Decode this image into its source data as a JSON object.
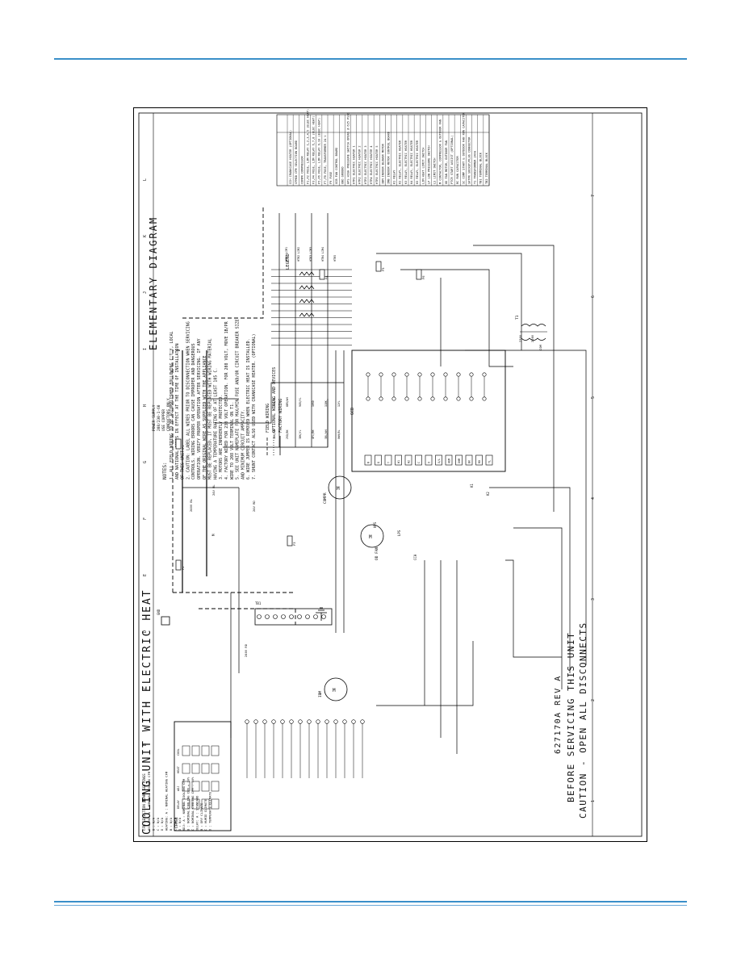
{
  "title_left": "COOLING UNIT WITH ELECTRIC HEAT",
  "title_right": "ELEMENTARY DIAGRAM",
  "caution": {
    "line1": "CAUTION - OPEN ALL DISCONNECTS",
    "line2": "BEFORE SERVICING THIS UNIT",
    "line3": "627170A  REV A"
  },
  "notes_header": "NOTES:",
  "notes": [
    "1. ALL FIELD WIRING TO BE ACCOMPLISHED FOLLOWING C'T'Y, LOCAL",
    "   AND NATIONAL CODES IN EFFECT AT THE TIME OF INSTALLATION",
    "   OF THIS UNIT.",
    "2. CAUTION: LABEL ALL WIRES PRIOR TO DISCONNECTION WHEN SERVICING",
    "   CONTROLS. WIRING ERRORS CAN CAUSE IMPROPER AND DANGEROUS",
    "   OPERATION. VERIFY PROPER OPERATION AFTER SERVICING. IF ANY",
    "   OF THE ORIGINAL WIRE AS SUPPLIED WITH THE APPLIANCE",
    "   MUST BE REPLACED, IT MUST BE REPLACED WITH WIRING MATERIAL",
    "   HAVING A TEMPERATURE RATING OF AT LEAST 105 C.",
    "3. MOTORS ARE INHERENTLY PROTECTED.",
    "4. FACTORY WIRED FOR 230 VOLT OPERATION. FOR 208 VOLT, MOVE 1B/PR",
    "   WIRE TO 208 VOLT TERMINAL ON T1.",
    "5. SEE UNIT NAMEPLATE FOR MAX/MIN FUSE AND/OR CIRCUIT BREAKER SIZE",
    "   AND MINIMUM CIRCUIT AMPACITY.",
    "6. WIRE JUMPER IS REMOVED WHEN ELECTRIC HEAT IS INSTALLED.",
    "7. SHUNT CONTACT ALSO USED WITH CRANKCASE HEATER. (OPTIONAL)"
  ],
  "line_legend": [
    "FIELD WIRING",
    "OPTIONAL WIRING AND DEVICES",
    "FACTORY WIRING"
  ],
  "legend_title": "LEGEND",
  "legend": [
    "CCH    CRANKCASE HEATER (OPTIONAL)",
    "CFMSB  CFM SELECTION BOARD",
    "COMPR  COMPRESSOR",
    "F1,F2  FUSE, LIM RELAY 1,2,3,4,5 (ELEC HEAT)",
    "F3,F4  FUSE, LIM RELAY 6,7,8 (ELEC HEAT)",
    "F5,F6  FUSE, LIM RELAY 9,10 (ELEC HEAT)",
    "F7,F8  FUSE, TRANSFORMER 24 V",
    "F9     FUSE",
    "GCB    FAN CONTROL BOARD",
    "GND    GROUND",
    "HPS    HIGH PRESSURE SWITCH OPENS @ 625 PSIG",
    "HTR1   ELECTRIC HEATER 1",
    "HTR2   ELECTRIC HEATER 2",
    "HTR3   ELECTRIC HEATER 3",
    "HTR4   ELECTRIC HEATER 4",
    "HTR5   ELECTRIC HEATER 5",
    "IBM    INDOOR BLOWER MOTOR",
    "IMB    INDOOR MOTOR CONTROL BOARD",
    "K1     RELAY",
    "K2     RELAY, ELECTRIC HEATER",
    "K3     RELAY, ELECTRIC HEATER",
    "K4     RELAY, ELECTRIC HEATER",
    "K5     RELAY, ELECTRIC HEATER",
    "LIM    HEAT LIMIT SWITCH",
    "LP     LOW PRESSURE SWITCH",
    "LS     LIMIT SWITCH",
    "M      CONTACTOR, COMPRESSOR & OUTDOOR FAN",
    "OD FAN MOTOR, OUTDOOR FAN",
    "PTCR   START ASSIST (OPTIONAL)",
    "RC     RUN CAPACITOR",
    "SC     COMP START & OUTDOOR FAN RUN CAPACITOR",
    "SKTPR  SOCKET/PLUG CONNECTOR",
    "T1     TRANSFORMER 24VA",
    "TB1    TERMINAL BLOCK",
    "TB2    TERMINAL BLOCK"
  ],
  "power_supply": [
    "POWER SUPPLY",
    "208/230-1-60",
    "USE COPPER",
    "CONDUCTORS ONLY"
  ],
  "grid_letters": [
    "A",
    "B",
    "C",
    "D",
    "E",
    "F",
    "G",
    "H",
    "I",
    "J",
    "K",
    "L"
  ],
  "grid_numbers": [
    "1",
    "2",
    "3",
    "4",
    "5",
    "6",
    "7"
  ],
  "components": {
    "compr": "COMPR",
    "odfan": "OD FAN",
    "ibm": "IBM",
    "m": "M",
    "hps": "HPS",
    "lps": "LPS",
    "cch": "CCH",
    "t1": "T1",
    "gcb": "GCB",
    "tb1": "TB1",
    "cfmsb": "CFMSB",
    "gnd": "GND",
    "k1": "K1",
    "k2": "K2"
  },
  "voltage_labels": [
    "240V BL",
    "24V BL",
    "240V RD",
    "24V RD",
    "230V",
    "208V",
    "COM"
  ],
  "terminal_labels": [
    "R",
    "G",
    "Y",
    "W1",
    "W2",
    "C",
    "O",
    "X/L",
    "HUM",
    "DHM",
    "BK",
    "RD",
    "YL"
  ],
  "heater_labels": [
    "HTR1",
    "HTR2",
    "HTR3",
    "HTR4",
    "HTR5",
    "LIM1",
    "LIM2",
    "LIM3",
    "LIM4"
  ],
  "fuse_labels": [
    "F1",
    "F2",
    "F3",
    "F4",
    "F5",
    "F6"
  ],
  "wire_labels": [
    "1BK/RD",
    "2RD/BK",
    "3BK/YL",
    "4YL/BK",
    "5BL/WH",
    "6WH/BL",
    "7OR/YL",
    "8BR/WH",
    "9GR/YL",
    "10RD",
    "11BK",
    "12YL"
  ],
  "cfm_settings": {
    "header": "CFM SELECTION BOARD SETTINGS",
    "lines": [
      "COOLING:  A : NOMINAL COOLING CFM",
      "          B : N/A",
      "          C : N/A",
      "          D : N/A",
      "HEATING:  A : NOMINAL HEATING CFM",
      "          B : N/A",
      "          C : N/A",
      "          D : N/A",
      "ADJ:      A : NOMINAL COOLING CFM",
      "          B : NOMINAL COOLING CFM + 10%",
      "          C : NOMINAL COOLING CFM - 10%",
      "DELAY:    A : STANDARD",
      "          B : DRY CLIMATE",
      "          C : HUMID CLIMATE",
      "          D : TEMPERATE CLIMATE"
    ]
  },
  "board_headers": [
    "COOL",
    "HEAT",
    "ADJ",
    "DELAY"
  ]
}
